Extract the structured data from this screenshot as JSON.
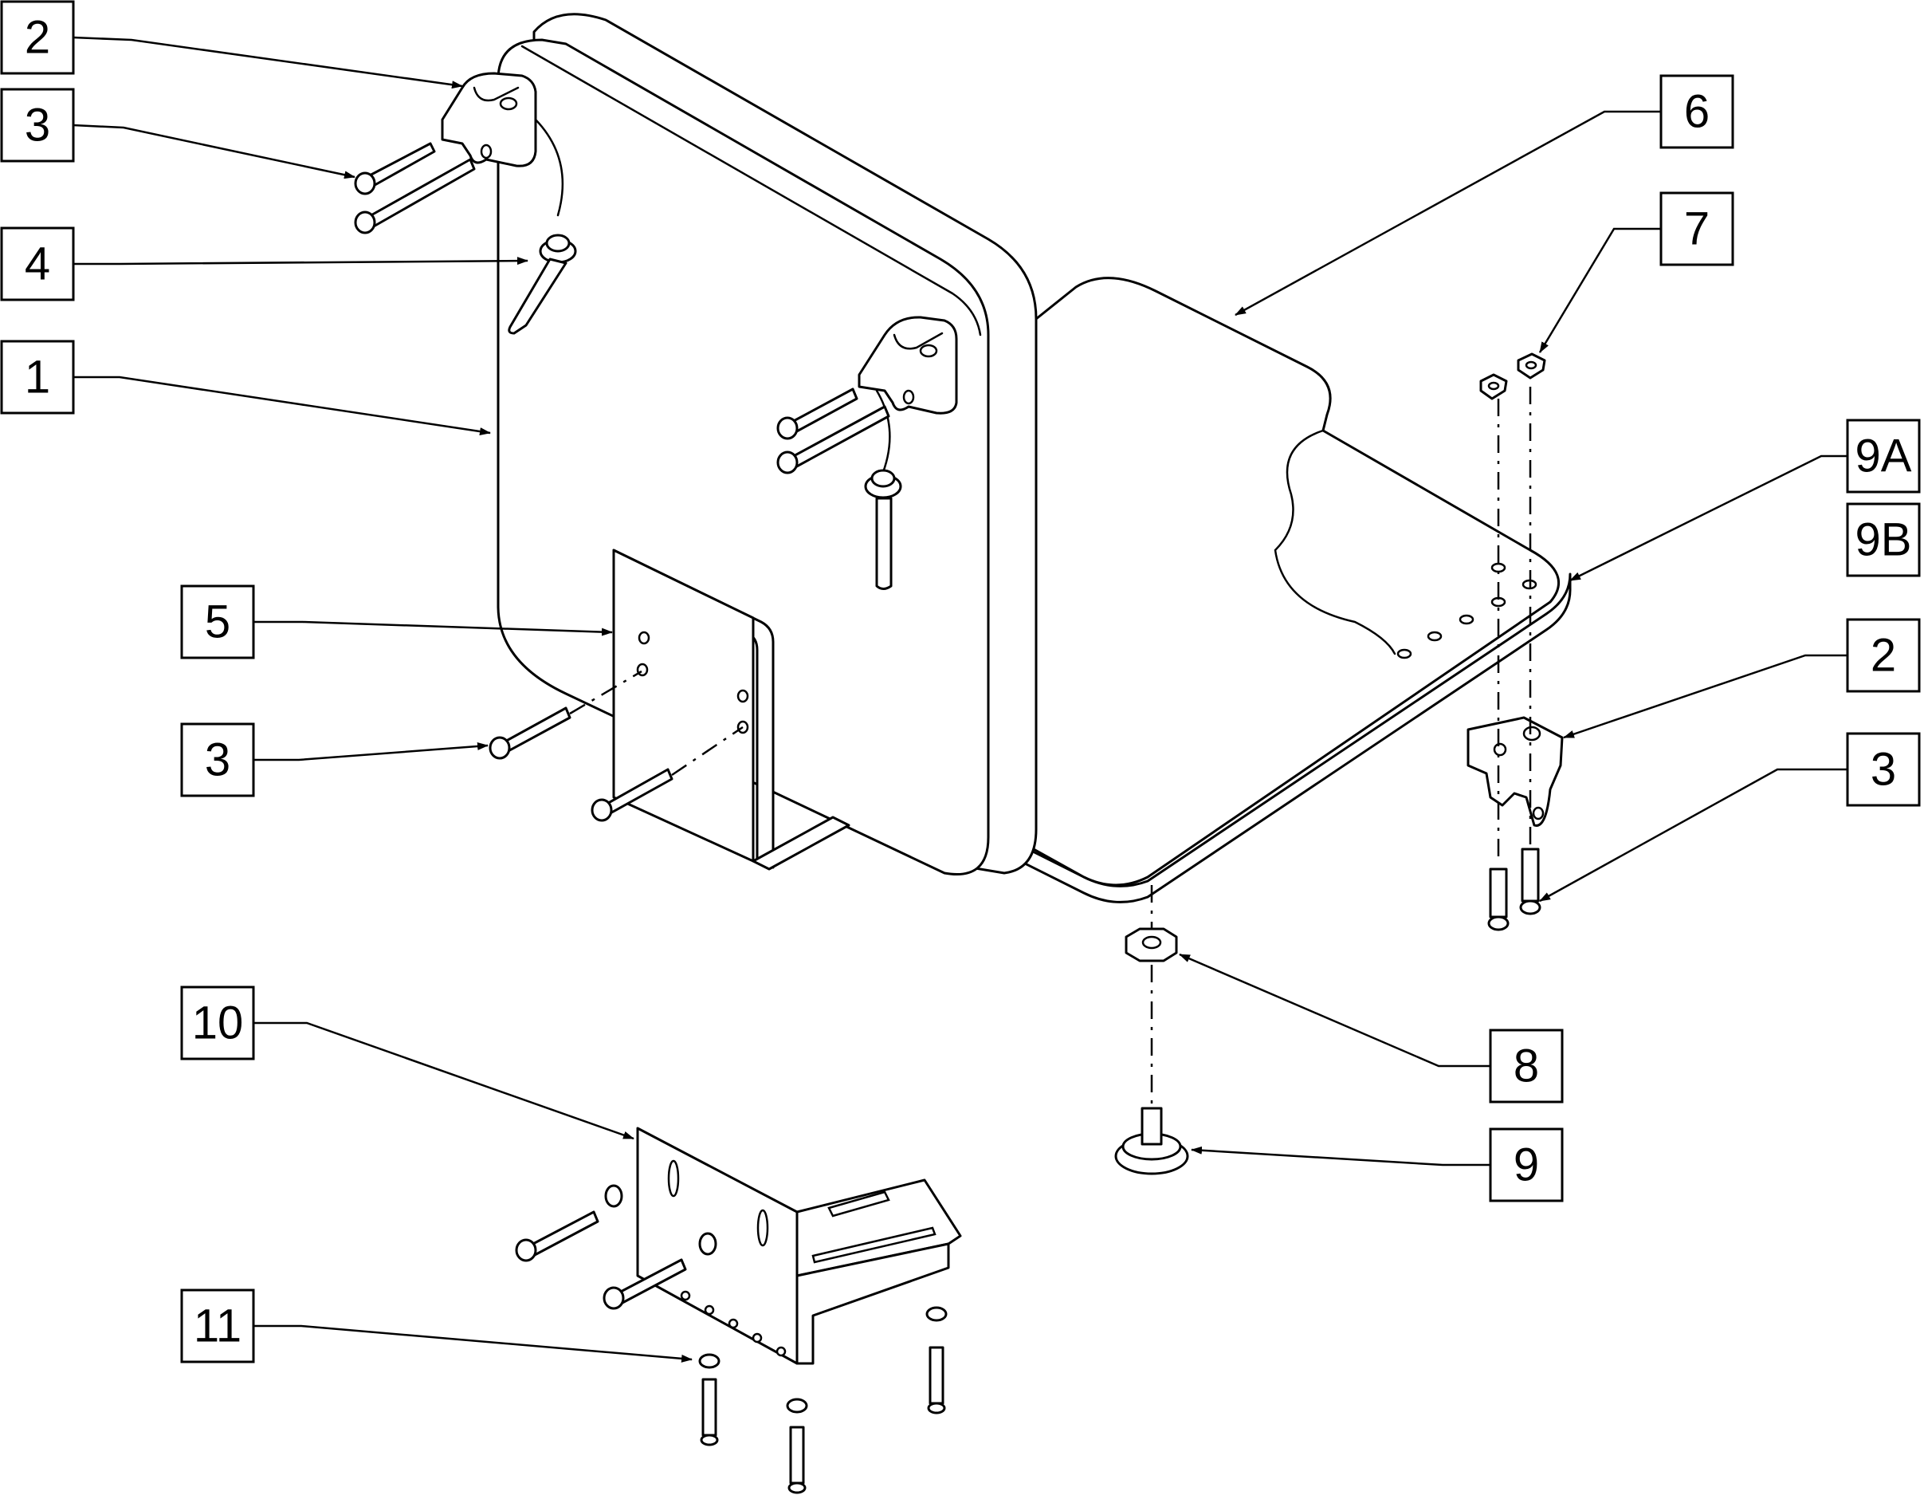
{
  "callouts": [
    {
      "id": "c2a",
      "label": "2"
    },
    {
      "id": "c3a",
      "label": "3"
    },
    {
      "id": "c4",
      "label": "4"
    },
    {
      "id": "c1",
      "label": "1"
    },
    {
      "id": "c5",
      "label": "5"
    },
    {
      "id": "c3b",
      "label": "3"
    },
    {
      "id": "c6",
      "label": "6"
    },
    {
      "id": "c7",
      "label": "7"
    },
    {
      "id": "c9a",
      "label": "9A"
    },
    {
      "id": "c9b",
      "label": "9B"
    },
    {
      "id": "c2b",
      "label": "2"
    },
    {
      "id": "c3c",
      "label": "3"
    },
    {
      "id": "c8",
      "label": "8"
    },
    {
      "id": "c9",
      "label": "9"
    },
    {
      "id": "c10",
      "label": "10"
    },
    {
      "id": "c11",
      "label": "11"
    }
  ],
  "colors": {
    "line": "#000000",
    "background": "#ffffff"
  }
}
